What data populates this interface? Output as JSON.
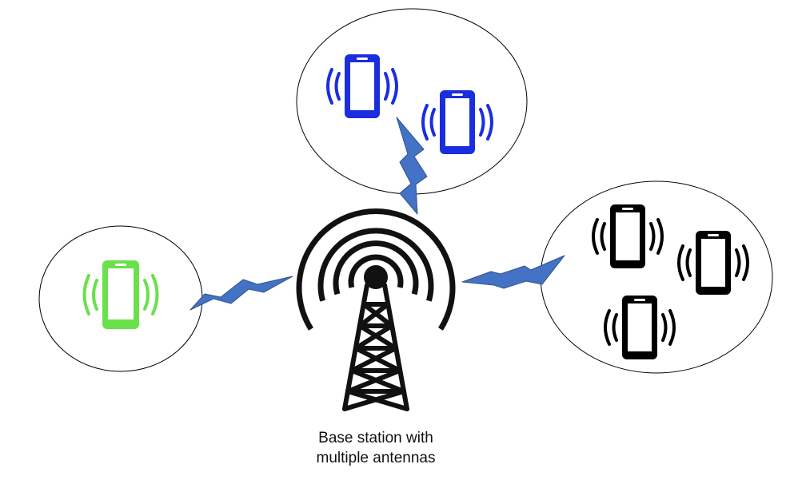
{
  "caption": {
    "line1": "Base station with",
    "line2": "multiple antennas"
  },
  "colors": {
    "background": "#ffffff",
    "outline": "#000000",
    "signal_bolt": "#4472c4",
    "tower": "#111111",
    "group_left_phone": "#6ae04a",
    "group_top_phone": "#1a2ee0",
    "group_right_phone": "#000000"
  },
  "icons": {
    "base_station": "radio-tower-icon",
    "user_device": "smartphone-icon",
    "wireless_link": "lightning-bolt-icon"
  },
  "groups": [
    {
      "id": "left",
      "device_count": 1,
      "color_key": "group_left_phone"
    },
    {
      "id": "top",
      "device_count": 2,
      "color_key": "group_top_phone"
    },
    {
      "id": "right",
      "device_count": 3,
      "color_key": "group_right_phone"
    }
  ]
}
